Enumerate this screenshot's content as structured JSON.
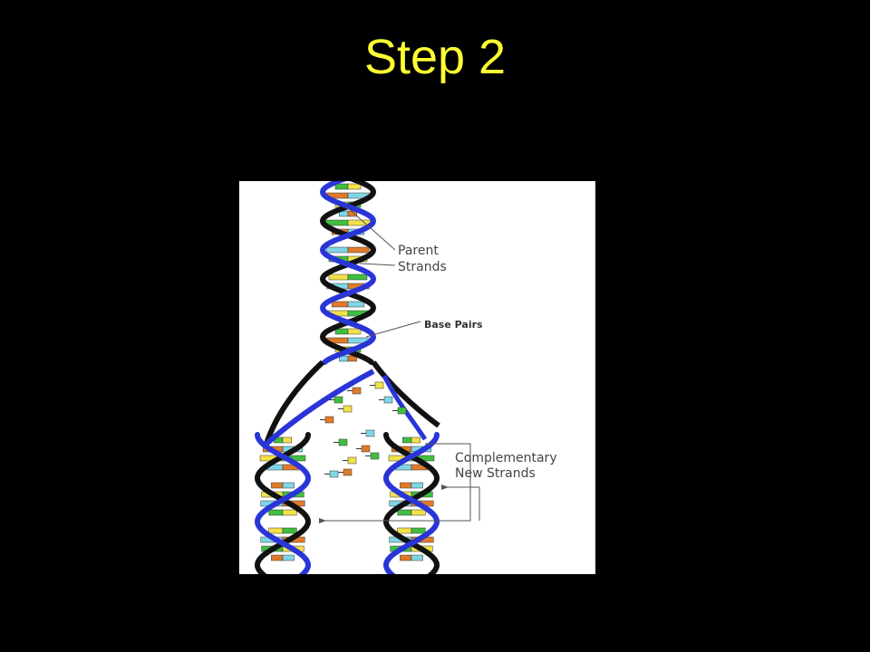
{
  "slide": {
    "title": "Step 2"
  },
  "diagram": {
    "labels": {
      "parent_line1": "Parent",
      "parent_line2": "Strands",
      "base_pairs": "Base Pairs",
      "complementary_line1": "Complementary",
      "complementary_line2": "New Strands"
    },
    "colors": {
      "parent_strand": "#111111",
      "new_strand": "#2a35d8",
      "base_green": "#3fbf3f",
      "base_orange": "#e07b2a",
      "base_yellow": "#f2e24a",
      "base_cyan": "#7fd6e6",
      "label_text": "#444444"
    }
  }
}
